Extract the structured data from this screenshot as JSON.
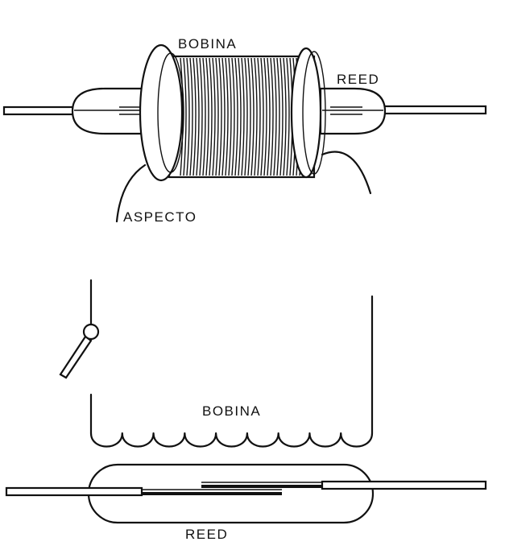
{
  "labels": {
    "coil_top": "BOBINA",
    "reed_top": "REED",
    "aspect": "ASPECTO",
    "coil_bottom": "BOBINA",
    "reed_bottom": "REED"
  },
  "colors": {
    "ink": "#111111",
    "paper": "#ffffff"
  }
}
